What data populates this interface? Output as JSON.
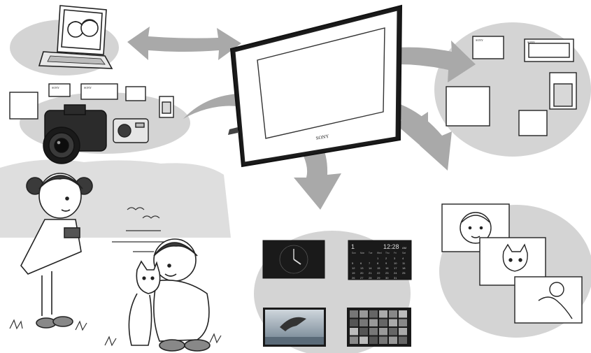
{
  "frame": {
    "brand": "SONY"
  },
  "cards": {
    "memory_stick_brand": "SONY"
  },
  "clock_display": {
    "time_text": "12:28",
    "am_pm": "AM"
  },
  "calendar_display": {
    "month_number": "1",
    "weekday_headers": [
      "Sun",
      "Mon",
      "Tue",
      "Wed",
      "Thu",
      "Fri",
      "Sat"
    ],
    "days": [
      "1",
      "2",
      "3",
      "4",
      "5",
      "6",
      "7",
      "8",
      "9",
      "10",
      "11",
      "12",
      "13",
      "14",
      "15",
      "16",
      "17",
      "18",
      "19",
      "20",
      "21",
      "22",
      "23",
      "24",
      "25",
      "26",
      "27",
      "28",
      "29",
      "30",
      "31"
    ]
  },
  "colors": {
    "bubble": "#d4d4d4",
    "arrow": "#a9a9a9",
    "line": "#222222",
    "screen": "#1a1a1a"
  }
}
